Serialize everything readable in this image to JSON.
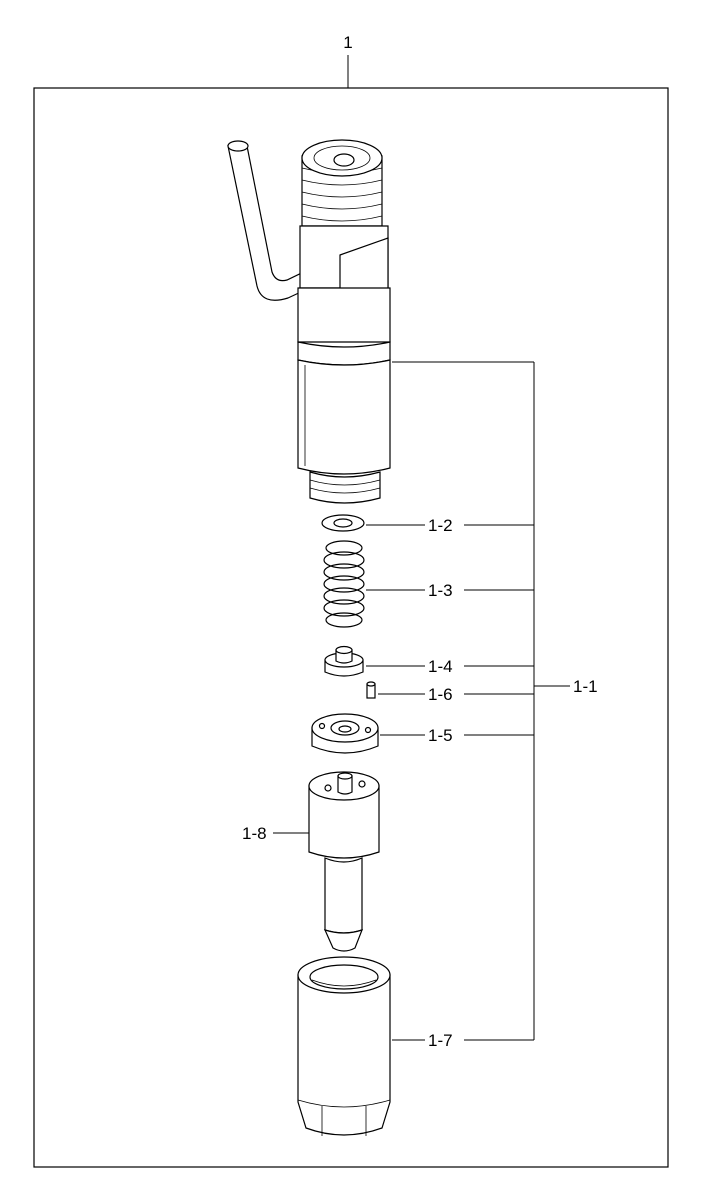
{
  "callouts": {
    "assembly": "1",
    "sub_assembly": "1-1",
    "washer": "1-2",
    "spring": "1-3",
    "spring_seat": "1-4",
    "spacer": "1-5",
    "pin": "1-6",
    "retaining_nut": "1-7",
    "nozzle": "1-8"
  }
}
